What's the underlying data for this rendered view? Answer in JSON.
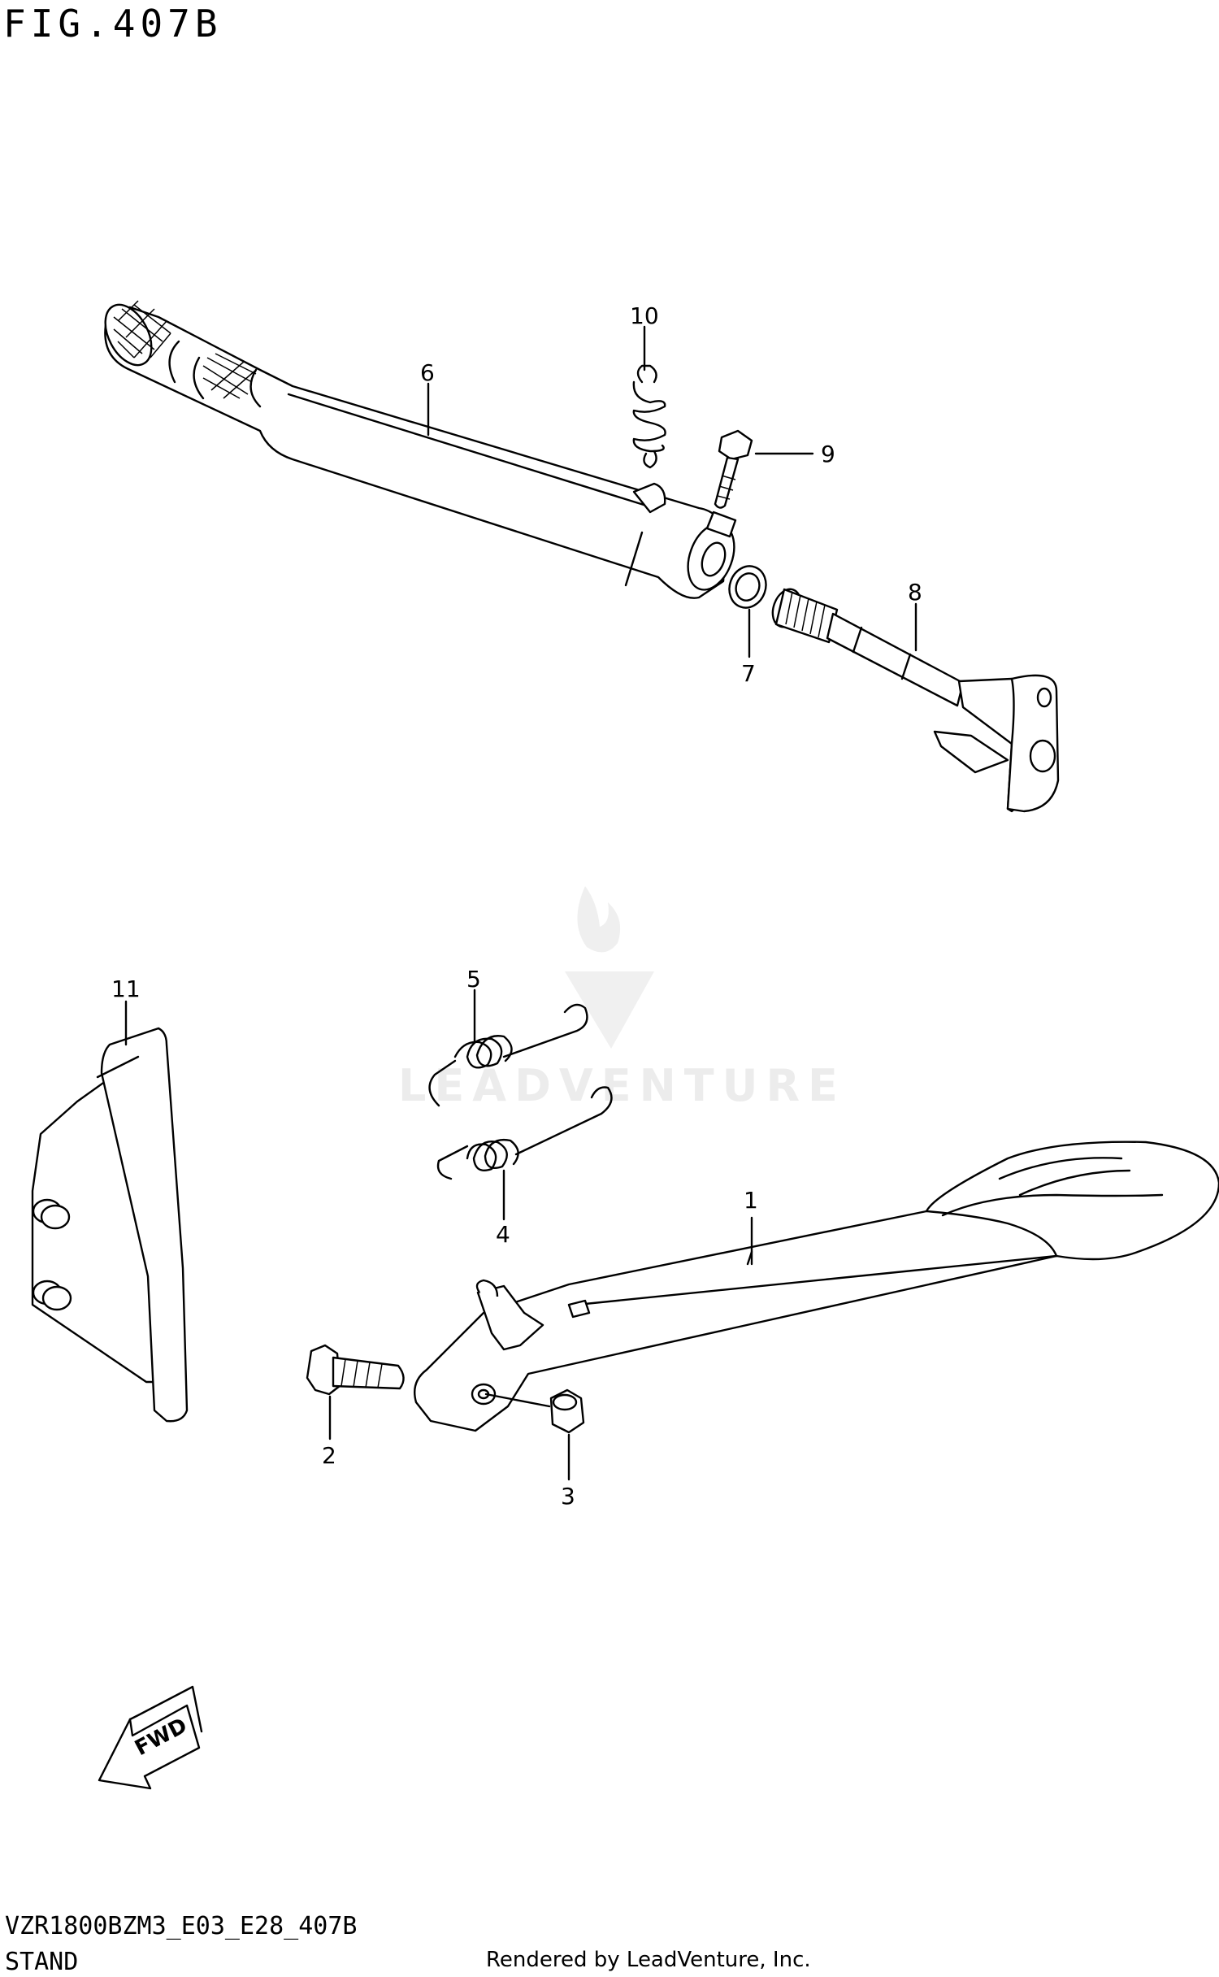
{
  "figure": {
    "title": "FIG.407B",
    "model_code": "VZR1800BZM3_E03_E28_407B",
    "section_name": "STAND",
    "render_credit": "Rendered by LeadVenture, Inc."
  },
  "watermark": {
    "text": "LEADVENTURE"
  },
  "callouts": {
    "p1": "1",
    "p2": "2",
    "p3": "3",
    "p4": "4",
    "p5": "5",
    "p6": "6",
    "p7": "7",
    "p8": "8",
    "p9": "9",
    "p10": "10",
    "p11": "11"
  },
  "direction_arrow": {
    "label": "FWD"
  }
}
